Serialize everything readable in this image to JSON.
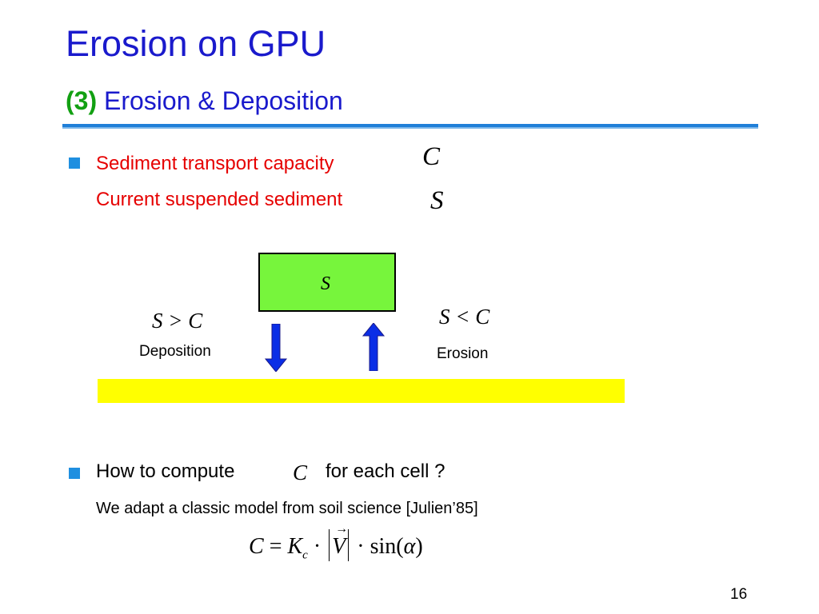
{
  "slide": {
    "title": "Erosion on GPU",
    "subtitle_number": "(3)",
    "subtitle_text": "Erosion & Deposition",
    "page_number": "16"
  },
  "bullets": {
    "capacity_label": "Sediment transport capacity",
    "capacity_symbol": "C",
    "suspended_label": "Current suspended sediment",
    "suspended_symbol": "S",
    "question_prefix": "How to compute",
    "question_symbol": "C",
    "question_suffix": "for each cell ?",
    "model_note": "We adapt a classic model from soil science [Julien’85]"
  },
  "diagram": {
    "box_label": "S",
    "deposition_condition": "S > C",
    "deposition_label": "Deposition",
    "erosion_condition": "S < C",
    "erosion_label": "Erosion"
  },
  "formula": {
    "lhs": "C",
    "equals": " = ",
    "coef": "K",
    "coef_sub": "c",
    "dot1": " · ",
    "vec": "V",
    "dot2": " · ",
    "fn": "sin(",
    "arg": "α",
    "close": ")"
  },
  "colors": {
    "title_blue": "#1a1acc",
    "number_green": "#12a012",
    "bullet_red": "#e60000",
    "box_green": "#77f53c",
    "ground_yellow": "#ffff00",
    "arrow_blue": "#0a2ee6",
    "rule_blue": "#1f7fd8"
  }
}
